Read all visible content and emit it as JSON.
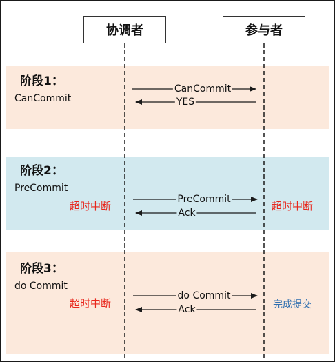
{
  "actors": {
    "coordinator": "协调者",
    "participant": "参与者"
  },
  "phases": [
    {
      "title": "阶段1：",
      "name": "CanCommit",
      "request": "CanCommit",
      "response": "YES",
      "coordinator_note": "",
      "participant_note": ""
    },
    {
      "title": "阶段2：",
      "name": "PreCommit",
      "request": "PreCommit",
      "response": "Ack",
      "coordinator_note": "超时中断",
      "participant_note": "超时中断"
    },
    {
      "title": "阶段3：",
      "name": "do Commit",
      "request": "do Commit",
      "response": "Ack",
      "coordinator_note": "超时中断",
      "participant_note": "完成提交"
    }
  ],
  "colors": {
    "phase_band_warm": "#fce9dc",
    "phase_band_cool": "#d2e9ef",
    "timeout_text": "#e8261c",
    "complete_text": "#2f6fb0",
    "line": "#1a1a1a"
  }
}
